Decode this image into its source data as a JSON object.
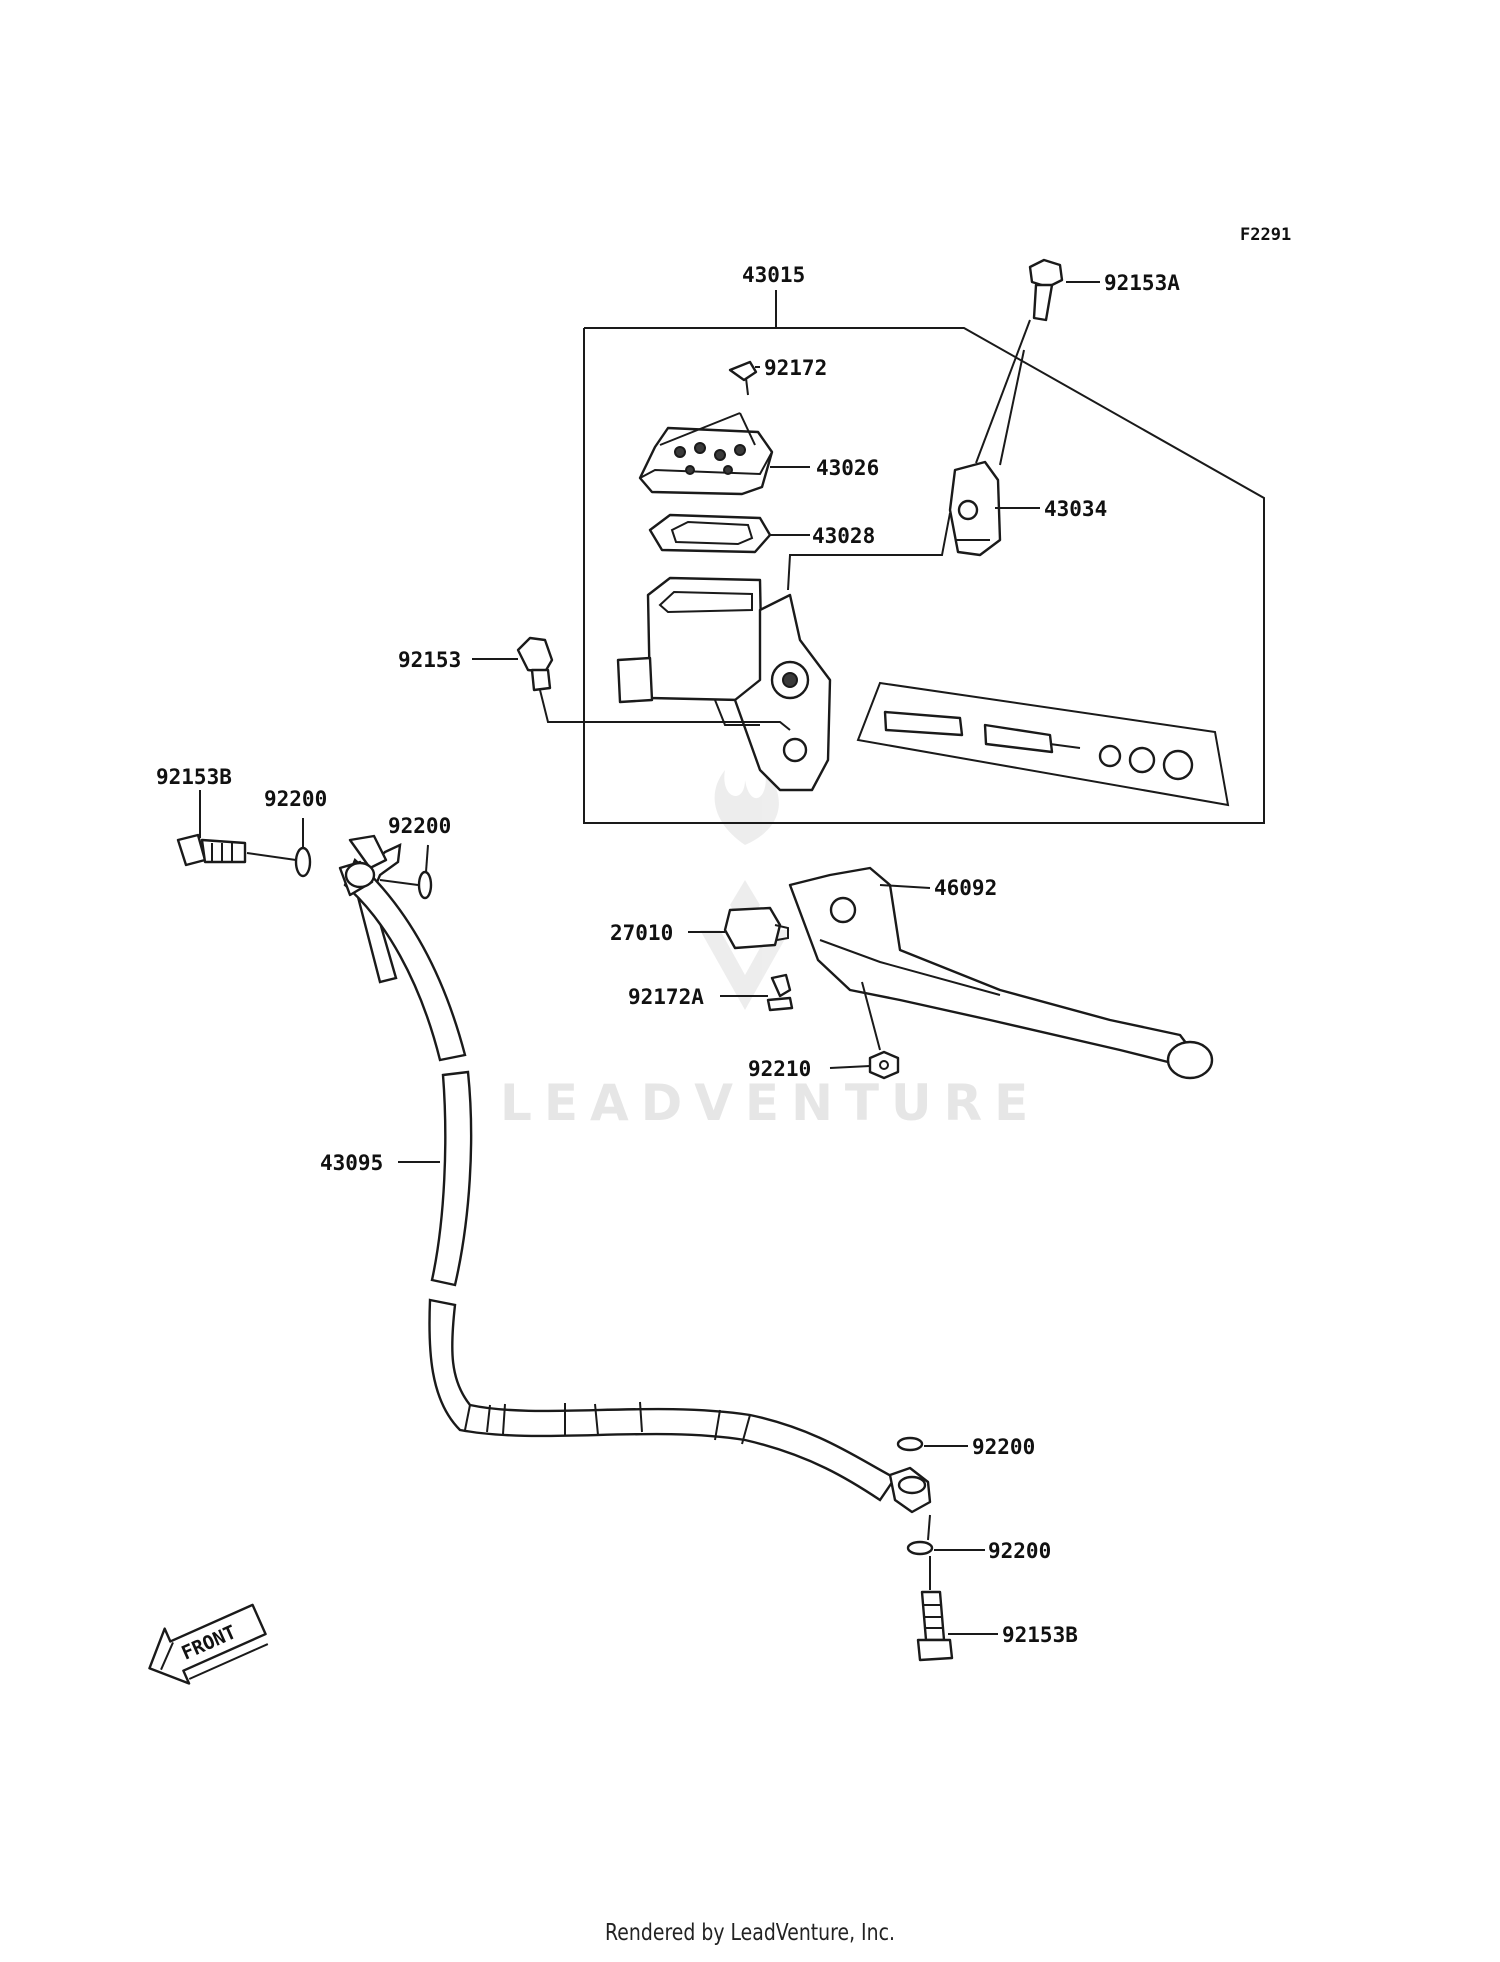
{
  "figure_code": "F2291",
  "watermark": "LEADVENTURE",
  "footer": "Rendered by LeadVenture, Inc.",
  "front_arrow_label": "FRONT",
  "callouts": {
    "c43015": "43015",
    "c92153A": "92153A",
    "c92172": "92172",
    "c43026": "43026",
    "c43034": "43034",
    "c43028": "43028",
    "c92153": "92153",
    "c92153B_top": "92153B",
    "c92200_a": "92200",
    "c92200_b": "92200",
    "c46092": "46092",
    "c27010": "27010",
    "c92172A": "92172A",
    "c92210": "92210",
    "c43095": "43095",
    "c92200_c": "92200",
    "c92200_d": "92200",
    "c92153B_bottom": "92153B"
  },
  "icons": {
    "front_arrow": "front-arrow-icon",
    "watermark_logo": "flame-logo-icon"
  }
}
